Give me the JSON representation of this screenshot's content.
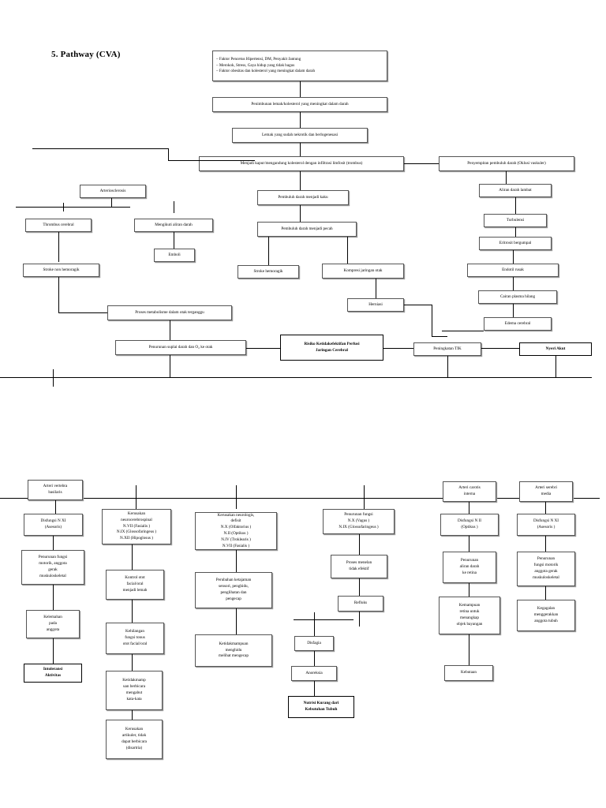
{
  "page": {
    "title": "5. Pathway (CVA)"
  },
  "nodes": {
    "risk_factors": "–  Faktor Pencetus Hipertensi, DM, Penyakit Jantung\n–  Merokok,  Stress,  Gaya hidup yang tidak bagus\n–  Faktor obesitas dan kolesterol yang meningkat dalam darah",
    "penimbunan": "Penimbunan lemak/kolesterol yang meningkat dalam darah",
    "lemak_nekrotik": "Lemak yang sudah nekrotik dan berlogenesasi",
    "menjadi_kapur": "Menjadi kapur/mengandung kolesterol dengan infiltrasi limfosit (trombus)",
    "penyempitan": "Penyempitan pembuluh darah (Oklusi vaskuler)",
    "arteriosclerosis": "Arteriosclerosis",
    "pembuluh_kaku": "Pembuluh darah menjadi kaku",
    "aliran_lambat": "Aliran darah lambat",
    "thrombus": "Thrombus cerebral",
    "mengikuti_aliran": "Mengikuti aliran darah",
    "pembuluh_pecah": "Pembuluh darah menjadi pecah",
    "turbulensi": "Turbulensi",
    "eritrosit": "Eritrosit bergumpal",
    "emboli": "Emboli",
    "stroke_non_hemoragik": "Stroke non hemoragik",
    "stroke_hemoragik": "Stroke hemoragik",
    "kompresi": "Kompresi jaringan otak",
    "endotil": "Endotil rusak",
    "cairan_plasma": "Cairan plasma hilang",
    "herniasi": "Herniasi",
    "proses_metabolisme": "Proses metabolisme dalam otak terganggu",
    "edema_cerebral": "Edema cerebral",
    "penurunan_suplai": "Penurunan suplai darah dan O₂ ke otak",
    "risiko_perfusi": "Risiko  Ketidakefektifan Perfusi\nJaringan Cerebral",
    "peningkatan_tik": "Peningkatan TIK",
    "nyeri_akut": "Nyeri Akut",
    "arteri_vertebra": "Arteri vertebra\nbasilaris",
    "disfungsi_nxi_a": "Disfungsi N XI\n(Asesoris)",
    "penurunan_motorik_a": "Penurunan fungsi\nmotorik, anggota\ngerak\nmuskuloskeletal",
    "kelemahan": "Kelemahan\npada\nanggota",
    "intoleransi": "Intoleransi\nAktivitas",
    "kerusakan_neuro": "Kerusakan\nneurocerebrospinal\nN.VII (Fasialis )\nN.IX (Glossofaringeus )\nN.XII (Hipoglosus )",
    "kontrol_otot": "Kontrol otot\nfacial/oral\nmenjadi lemah",
    "kehilangan_tonus": "Kehilangan\nfungsi tonus\notot facial/oral",
    "ketidakmampuan_bicara": "Ketidakmamp\nuan berbicara\nmengabut\nkata-kata",
    "kerusakan_artikuler": "Kerusakan\nartikuler, tidak\ndapat berbicara\n(disartria)",
    "kerusakan_neurologis": "Kerusakan neurologis,\ndefisit\nN.X (Olfaktorius )\nN.II (Optikus )\nN.IV (Troklearis )\nN.VII (Fasialis )",
    "perubahan_ketajaman": "Perubahan ketajaman\nsensori, penghidu,\npenglihatan dan\npengecap",
    "ketidakmampuan_hidu": "Ketidakmampuan\nmenghidu\nmelihat mengecap",
    "penurunan_fungsi_nx": "Penurunan fungsi\nN.X (Vagus )\nN.IX (Glossofaringeus )",
    "proses_menelan": "Proses menelan\ntidak efektif",
    "refluks": "Refluks",
    "disfagia": "Disfagia",
    "anoreksia": "Anoreksia",
    "nutrisi_kurang": "Nutrisi Kurang dari\nKebutuhan Tubuh",
    "arteri_carotis": "Arteri carotis\ninterna",
    "disfungsi_nii": "Disfungsi N II\n(Optikus )",
    "penurunan_retina": "Penurunan\naliran darah\nke retina",
    "kemampuan_retina": "Kemampuan\nretina untuk\nmenangkap\nobjek bayangan",
    "kebutaan": "Kebutaan",
    "arteri_serebri": "Arteri serebri\nmedia",
    "disfungsi_nxi_b": "Disfungsi N XI\n(Asesoris )",
    "penurunan_motorik_b": "Penurunan\nfungsi motorik\nanggota gerak\nmuskuloskeletal",
    "kegagalan_gerak": "Kegagalan\nmenggerakkan\nanggota tubuh"
  }
}
